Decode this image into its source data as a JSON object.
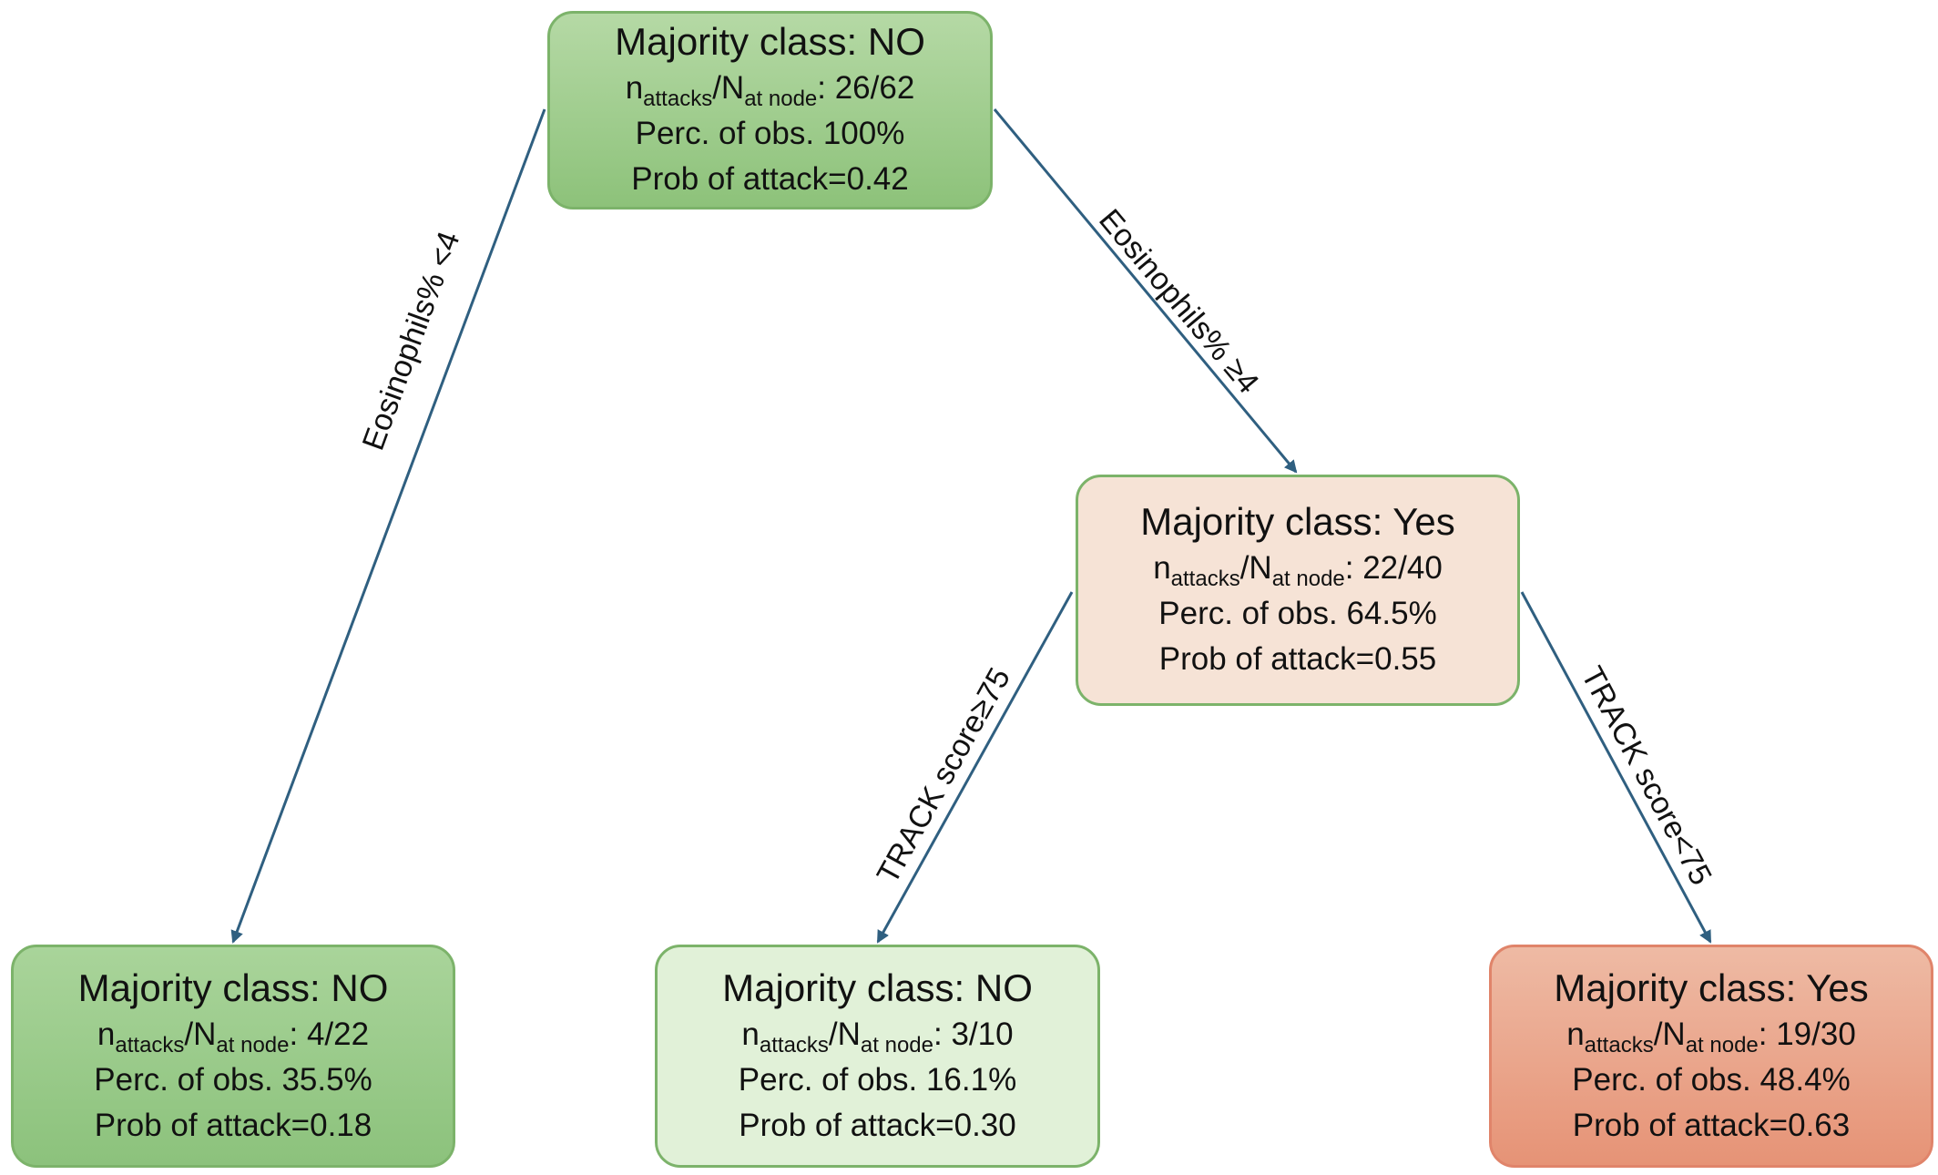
{
  "nodes": {
    "root": {
      "title": "Majority class: NO",
      "ratio_label_n": "n",
      "ratio_label_n_sub": "attacks",
      "ratio_label_N": "/N",
      "ratio_label_N_sub": "at node",
      "ratio_value": ": 26/62",
      "perc": "Perc. of obs. 100%",
      "prob": "Prob of attack=0.42"
    },
    "mid": {
      "title": "Majority class: Yes",
      "ratio_label_n": "n",
      "ratio_label_n_sub": "attacks",
      "ratio_label_N": "/N",
      "ratio_label_N_sub": "at node",
      "ratio_value": ": 22/40",
      "perc": "Perc. of obs. 64.5%",
      "prob": "Prob of attack=0.55"
    },
    "left": {
      "title": "Majority class: NO",
      "ratio_label_n": "n",
      "ratio_label_n_sub": "attacks",
      "ratio_label_N": "/N",
      "ratio_label_N_sub": "at node",
      "ratio_value": ": 4/22",
      "perc": "Perc. of obs. 35.5%",
      "prob": "Prob of attack=0.18"
    },
    "midleft": {
      "title": "Majority class: NO",
      "ratio_label_n": "n",
      "ratio_label_n_sub": "attacks",
      "ratio_label_N": "/N",
      "ratio_label_N_sub": "at node",
      "ratio_value": ": 3/10",
      "perc": "Perc. of obs. 16.1%",
      "prob": "Prob of attack=0.30"
    },
    "right": {
      "title": "Majority class: Yes",
      "ratio_label_n": "n",
      "ratio_label_n_sub": "attacks",
      "ratio_label_N": "/N",
      "ratio_label_N_sub": "at node",
      "ratio_value": ": 19/30",
      "perc": "Perc. of obs. 48.4%",
      "prob": "Prob of attack=0.63"
    }
  },
  "edges": {
    "root_left": "Eosinophils% <4",
    "root_mid": "Eosinophils% ≥4",
    "mid_midleft": "TRACK score≥75",
    "mid_right": "TRACK score<75"
  },
  "colors": {
    "edge": "#2f5f80",
    "node_border": "#7cb36a"
  }
}
